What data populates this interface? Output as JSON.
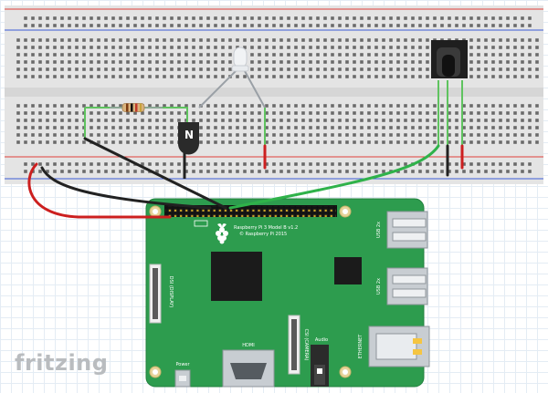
{
  "board": {
    "model_line": "Raspberry Pi 3 Model B v1.2",
    "copyright_line": "© Raspberry Pi 2015",
    "labels": {
      "usb_top": "USB 2x",
      "usb_bottom": "USB 2x",
      "ethernet": "ETHERNET",
      "hdmi": "HDMI",
      "audio": "Audio",
      "power": "Power",
      "display": "DSI (DISPLAY)",
      "camera": "CSI (CAMERA)"
    }
  },
  "components": {
    "transistor_label": "N"
  },
  "wires": {
    "colors": {
      "red": "#cc1f1f",
      "black": "#222222",
      "green": "#2fb24a",
      "gray": "#9aa0a6",
      "breadboard_link": "#5fc35f"
    }
  },
  "app": {
    "logo": "fritzing"
  }
}
